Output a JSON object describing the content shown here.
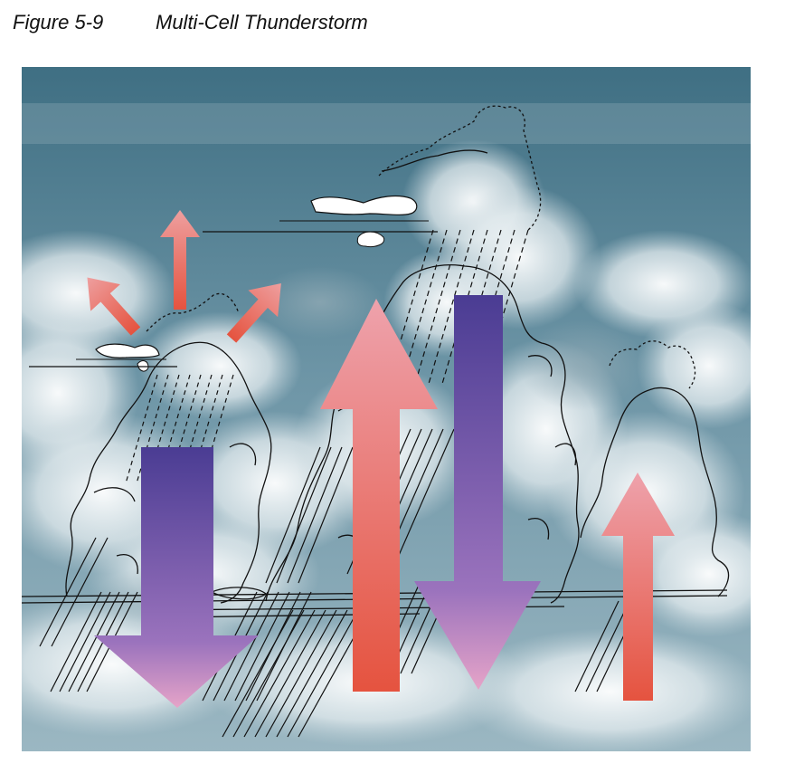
{
  "figure": {
    "number": "Figure 5-9",
    "title": "Multi-Cell Thunderstorm"
  },
  "colors": {
    "sky_top": "#3f6f83",
    "sky_bottom": "#9bb7c2",
    "updraft_top": "#eea2ac",
    "updraft_bottom": "#e5533f",
    "downdraft_top": "#4a3c93",
    "downdraft_bottom": "#9b73bd",
    "downdraft_head": "#e6a4c8",
    "outline": "#111111",
    "cloud_white": "#ffffff"
  },
  "icons": [
    "cloud-shape",
    "updraft-arrow",
    "downdraft-arrow",
    "rain-streak",
    "anvil-cloud"
  ]
}
